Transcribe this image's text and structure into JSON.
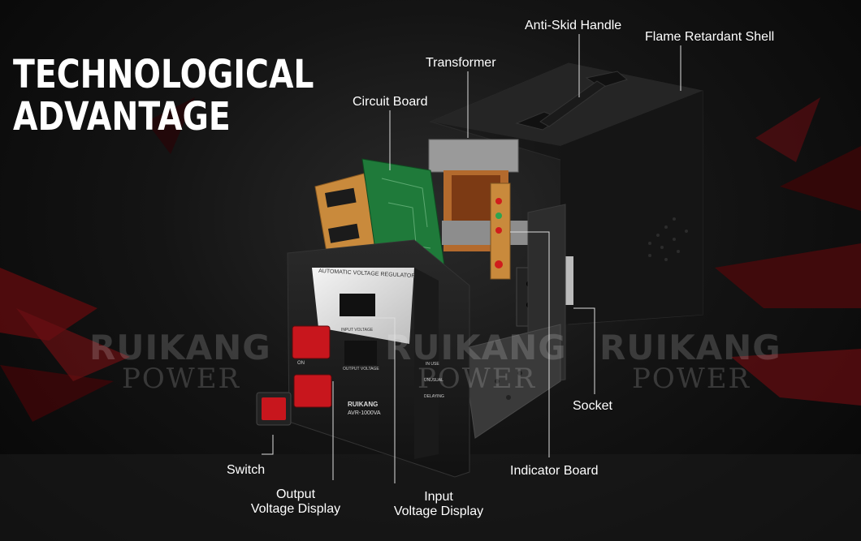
{
  "headline": {
    "line1": "TECHNOLOGICAL",
    "line2": "ADVANTAGE"
  },
  "callouts": {
    "anti_skid_handle": "Anti-Skid Handle",
    "flame_retardant_shell": "Flame Retardant Shell",
    "transformer": "Transformer",
    "circuit_board": "Circuit Board",
    "socket": "Socket",
    "indicator_board": "Indicator Board",
    "switch": "Switch",
    "output_display_line1": "Output",
    "output_display_line2": "Voltage Display",
    "input_display_line1": "Input",
    "input_display_line2": "Voltage Display"
  },
  "watermark": {
    "brand": "RUIKANG",
    "sub": "POWER"
  },
  "device": {
    "front_title": "AUTOMATIC VOLTAGE REGULATOR",
    "input_voltage": "INPUT VOLTAGE",
    "output_voltage": "OUTPUT VOLTAGE",
    "brand": "RUIKANG",
    "model": "AVR-1000VA",
    "on_label": "ON",
    "in_use": "IN USE",
    "unusual": "UNUSUAL",
    "delaying": "DELAYING"
  },
  "colors": {
    "accent_red": "#c8161d",
    "board_green": "#1f7a3a",
    "board_orange": "#c98a3c"
  }
}
